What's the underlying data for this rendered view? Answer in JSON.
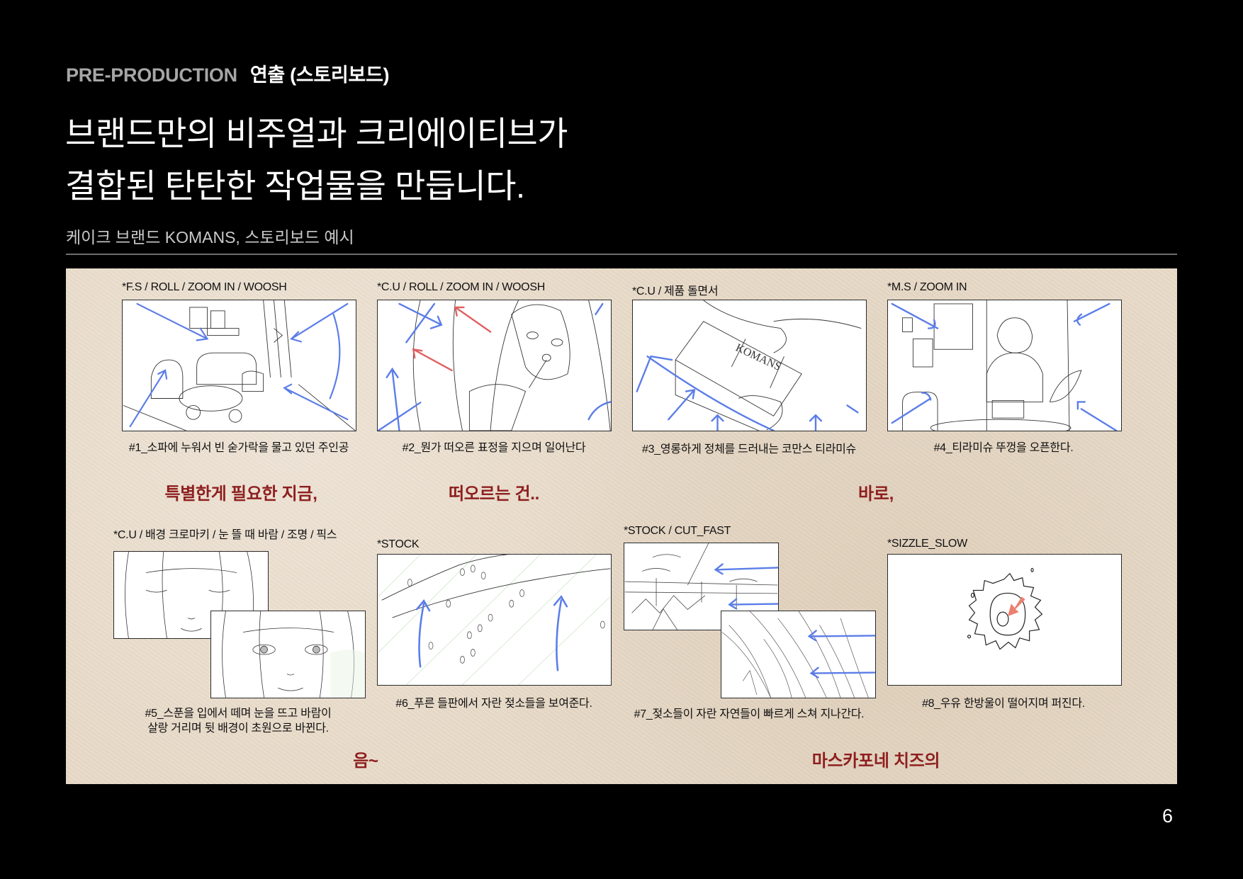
{
  "header": {
    "section_en": "PRE-PRODUCTION",
    "section_ko": "연출 (스토리보드)",
    "title_line1": "브랜드만의 비주얼과 크리에이티브가",
    "title_line2": "결합된 탄탄한 작업물을 만듭니다.",
    "subtitle": "케이크 브랜드 KOMANS, 스토리보드 예시"
  },
  "colors": {
    "background": "#000000",
    "panel": "#e7dac8",
    "eyebrow_gray": "#a6a6a6",
    "narration_red": "#8e1f1f",
    "arrow_blue": "#5b7de8",
    "arrow_red": "#e06060"
  },
  "storyboard": {
    "shots": [
      {
        "id": 1,
        "label": "*F.S / ROLL / ZOOM IN / WOOSH",
        "caption": "#1_소파에 누워서 빈 숟가락을 물고 있던 주인공",
        "scene": "living-room-sketch"
      },
      {
        "id": 2,
        "label": "*C.U / ROLL / ZOOM IN / WOOSH",
        "caption": "#2_뭔가 떠오른 표정을 지으며 일어난다",
        "scene": "girl-with-spoon-sketch"
      },
      {
        "id": 3,
        "label": "*C.U / 제품 돌면서",
        "caption": "#3_영롱하게 정체를 드러내는 코만스 티라미슈",
        "scene": "komans-box-sketch",
        "product_text": "KOMANS"
      },
      {
        "id": 4,
        "label": "*M.S / ZOOM IN",
        "caption": "#4_티라미슈 뚜껑을 오픈한다.",
        "scene": "girl-opening-box-sketch"
      },
      {
        "id": 5,
        "label": "*C.U / 배경 크로마키 / 눈 뜰 때 바람 / 조명 / 픽스",
        "caption_line1": "#5_스푼을 입에서 떼며 눈을 뜨고 바람이",
        "caption_line2": "살랑 거리며 뒷 배경이 초원으로 바뀐다.",
        "scene": "face-closeup-sketch"
      },
      {
        "id": 6,
        "label": "*STOCK",
        "caption": "#6_푸른 들판에서 자란 젖소들을 보여준다.",
        "scene": "field-cows-sketch"
      },
      {
        "id": 7,
        "label": "*STOCK / CUT_FAST",
        "caption": "#7_젖소들이 자란 자연들이 빠르게 스쳐 지나간다.",
        "scene": "nature-pass-sketch"
      },
      {
        "id": 8,
        "label": "*SIZZLE_SLOW",
        "caption": "#8_우유 한방울이 떨어지며 퍼진다.",
        "scene": "milk-drop-sketch"
      }
    ],
    "narration": [
      {
        "text": "특별한게 필요한 지금,"
      },
      {
        "text": "떠오르는 건.."
      },
      {
        "text": "바로,"
      },
      {
        "text": "음~"
      },
      {
        "text": "마스카포네 치즈의"
      }
    ]
  },
  "footer": {
    "page_number": "6"
  }
}
